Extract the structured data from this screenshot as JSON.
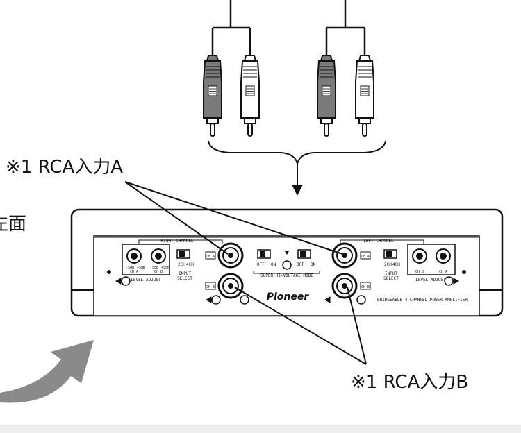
{
  "callouts": {
    "a": "※1  RCA入力A",
    "b": "※1  RCA入力B",
    "side": "左面"
  },
  "amp": {
    "right_channel": "RIGHT CHANNEL",
    "left_channel": "LEFT CHANNEL",
    "level_adjust": "LEVEL ADJUST",
    "input_select": "INPUT\nSELECT",
    "input_select_line1": "INPUT",
    "input_select_line2": "SELECT",
    "ch2": "2CH",
    "ch4": "4CH",
    "off": "OFF",
    "on": "ON",
    "mode": "SUPER HI-VOLTAGE MODE",
    "ch_a": "CH A",
    "ch_b": "CH B",
    "ch_a_short": "CH A",
    "ch_b_short": "CH B",
    "db_min": "-5dB",
    "db_max": "+5dB",
    "brand": "Pioneer",
    "model": "BRIDGEABLE 4-CHANNEL POWER AMPLIFIER"
  },
  "colors": {
    "line": "#111111",
    "plug_dark": "#7a7a7a",
    "arrow": "#8a8a8a",
    "panel": "#ffffff"
  }
}
